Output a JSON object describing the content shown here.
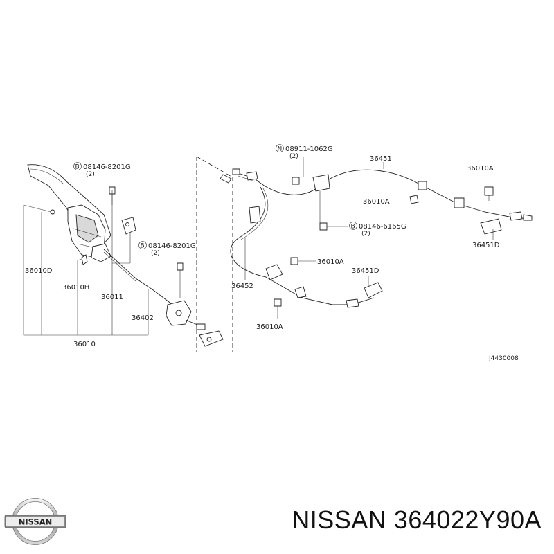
{
  "diagram": {
    "labels": {
      "bolt_8201_top": "08146-8201G",
      "bolt_8201_top_qty": "(2)",
      "nut_1062": "08911-1062G",
      "nut_1062_qty": "(2)",
      "cable_36451": "36451",
      "p36010A_right": "36010A",
      "p36010A_mid": "36010A",
      "bolt_6165": "08146-6165G",
      "bolt_6165_qty": "(2)",
      "p36451D_right": "36451D",
      "bolt_8201_mid": "08146-8201G",
      "bolt_8201_mid_qty": "(2)",
      "p36010A_center": "36010A",
      "p36451D_center": "36451D",
      "p36452": "36452",
      "p36010A_bottom": "36010A",
      "p36010D": "36010D",
      "p36010H": "36010H",
      "p36011": "36011",
      "p36402": "36402",
      "p36010": "36010",
      "diagram_code": "J4430008"
    },
    "circle_letters": {
      "b": "B",
      "n": "N"
    }
  },
  "brand": {
    "logo_text": "NISSAN"
  },
  "footer": {
    "part_title": "NISSAN 364022Y90A"
  }
}
